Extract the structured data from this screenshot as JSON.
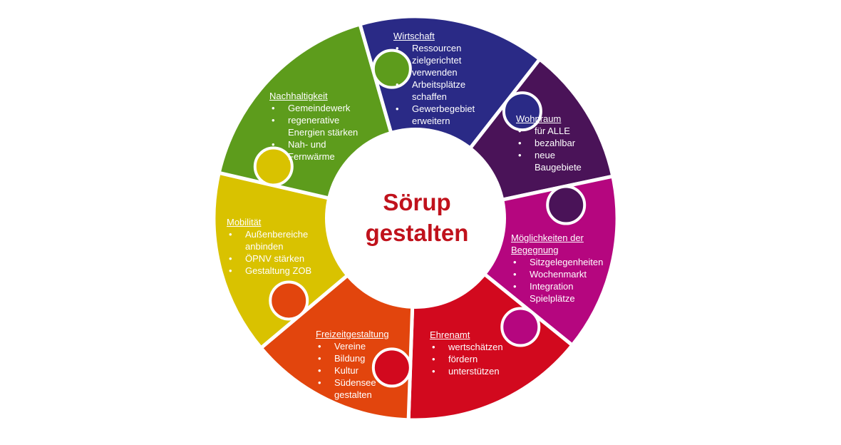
{
  "center": {
    "line1": "Sörup",
    "line2": "gestalten"
  },
  "colors": {
    "center_text": "#c0121c",
    "segments": [
      "#2a2a86",
      "#4a1358",
      "#b5067f",
      "#d2091e",
      "#e2450d",
      "#d9c200",
      "#5d9c1c"
    ]
  },
  "segments": [
    {
      "title": "Wirtschaft",
      "items": [
        "Ressourcen zielgerichtet verwenden",
        "Arbeitsplätze schaffen",
        "Gewerbegebiet erweitern"
      ]
    },
    {
      "title": "Wohnraum",
      "items": [
        "für ALLE",
        "bezahlbar",
        "neue Baugebiete"
      ]
    },
    {
      "title": "Möglichkeiten der Begegnung",
      "items": [
        "Sitzgelegenheiten",
        "Wochenmarkt",
        "Integration",
        "Spielplätze"
      ]
    },
    {
      "title": "Ehrenamt",
      "items": [
        "wertschätzen",
        "fördern",
        "unterstützen"
      ]
    },
    {
      "title": "Freizeitgestaltung",
      "items": [
        "Vereine",
        "Bildung",
        "Kultur",
        "Südensee gestalten"
      ]
    },
    {
      "title": "Mobilität",
      "items": [
        "Außenbereiche anbinden",
        "ÖPNV stärken",
        "Gestaltung ZOB"
      ]
    },
    {
      "title": "Nachhaltigkeit",
      "items": [
        "Gemeindewerk",
        "regenerative Energien stärken",
        "Nah- und Fernwärme"
      ]
    }
  ]
}
